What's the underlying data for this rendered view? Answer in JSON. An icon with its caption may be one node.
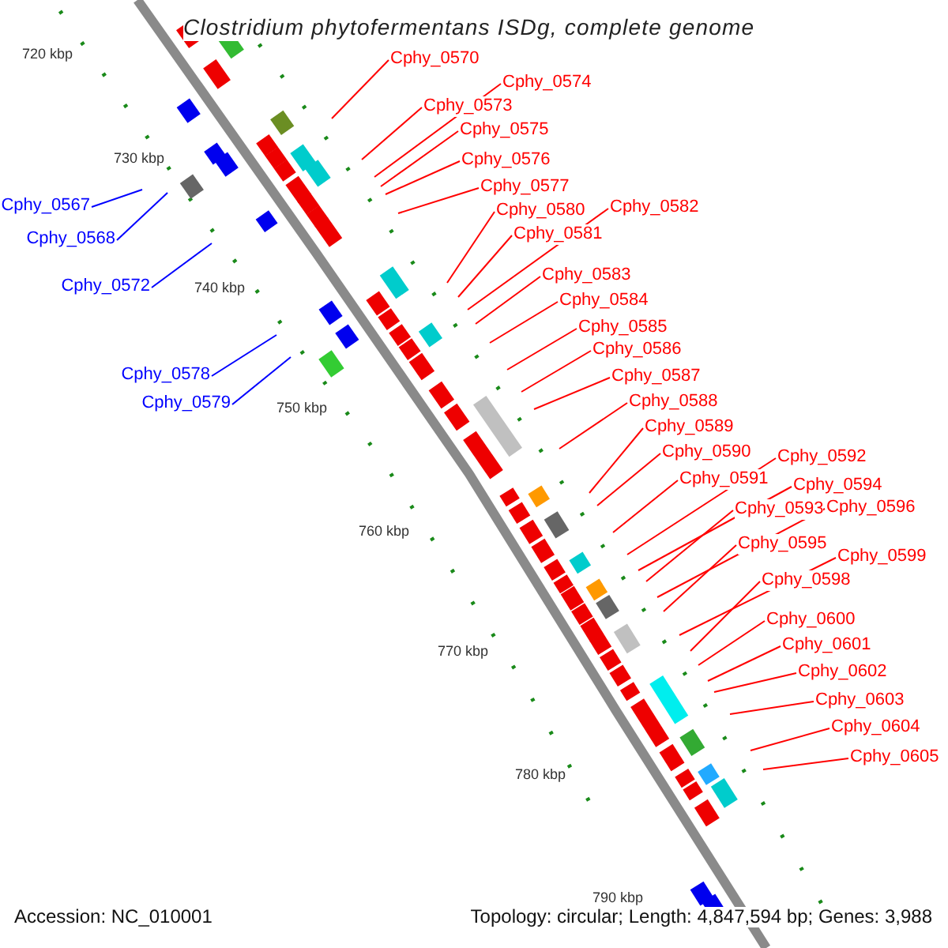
{
  "diagram": {
    "title": "Clostridium phytofermentans ISDg, complete genome",
    "nodes": [
      {
        "text": [
          "Cphy_0570"
        ]
      },
      {
        "text": [
          "Cphy_0574"
        ]
      },
      {
        "text": [
          "Cphy_0573"
        ]
      },
      {
        "text": [
          "Cphy_0575"
        ]
      },
      {
        "text": [
          "Cphy_0576"
        ]
      },
      {
        "text": [
          "Cphy_0577"
        ]
      },
      {
        "text": [
          "Cphy_0567"
        ]
      },
      {
        "text": [
          "Cphy_0582"
        ]
      },
      {
        "text": [
          "Cphy_0580"
        ]
      },
      {
        "text": [
          "Cphy_0581"
        ]
      },
      {
        "text": [
          "Cphy_0568"
        ]
      },
      {
        "text": [
          "Cphy_0583"
        ]
      },
      {
        "text": [
          "Cphy_0572"
        ]
      },
      {
        "text": [
          "Cphy_0584"
        ]
      },
      {
        "text": [
          "Cphy_0585"
        ]
      },
      {
        "text": [
          "Cphy_0586"
        ]
      },
      {
        "text": [
          "Cphy_0578"
        ]
      },
      {
        "text": [
          "Cphy_0587"
        ]
      },
      {
        "text": [
          "Cphy_0588"
        ]
      },
      {
        "text": [
          "Cphy_0579"
        ]
      },
      {
        "text": [
          "Cphy_0589"
        ]
      },
      {
        "text": [
          "Cphy_0590"
        ]
      },
      {
        "text": [
          "Cphy_0592"
        ]
      },
      {
        "text": [
          "Cphy_0591"
        ]
      },
      {
        "text": [
          "Cphy_0594"
        ]
      },
      {
        "text": [
          "Cphy_0596"
        ]
      },
      {
        "text": [
          "Cphy_0593"
        ]
      },
      {
        "text": [
          "Cphy_0595"
        ]
      },
      {
        "text": [
          "Cphy_0599"
        ]
      },
      {
        "text": [
          "Cphy_0598"
        ]
      },
      {
        "text": [
          "Cphy_0600"
        ]
      },
      {
        "text": [
          "Cphy_0601"
        ]
      },
      {
        "text": [
          "Cphy_0602"
        ]
      },
      {
        "text": [
          "Cphy_0603"
        ]
      },
      {
        "text": [
          "Cphy_0604"
        ]
      },
      {
        "text": [
          "Cphy_0605"
        ]
      }
    ],
    "edges": [
      {
        "from": 0,
        "to": null,
        "arrow": "none"
      },
      {
        "from": 1,
        "to": null,
        "arrow": "none"
      },
      {
        "from": 2,
        "to": null,
        "arrow": "none"
      },
      {
        "from": 3,
        "to": null,
        "arrow": "none"
      },
      {
        "from": 4,
        "to": null,
        "arrow": "none"
      },
      {
        "from": 5,
        "to": null,
        "arrow": "none"
      },
      {
        "from": 6,
        "to": null,
        "arrow": "none",
        "color": "#0000ff"
      },
      {
        "from": 7,
        "to": null,
        "arrow": "none"
      },
      {
        "from": 8,
        "to": null,
        "arrow": "none"
      },
      {
        "from": 9,
        "to": null,
        "arrow": "none"
      },
      {
        "from": 10,
        "to": null,
        "arrow": "none",
        "color": "#0000ff"
      },
      {
        "from": 11,
        "to": null,
        "arrow": "none"
      },
      {
        "from": 12,
        "to": null,
        "arrow": "none",
        "color": "#0000ff"
      },
      {
        "from": 13,
        "to": null,
        "arrow": "none"
      },
      {
        "from": 14,
        "to": null,
        "arrow": "none"
      },
      {
        "from": 15,
        "to": null,
        "arrow": "none"
      },
      {
        "from": 16,
        "to": null,
        "arrow": "none",
        "color": "#0000ff"
      },
      {
        "from": 17,
        "to": null,
        "arrow": "none"
      },
      {
        "from": 18,
        "to": null,
        "arrow": "none"
      },
      {
        "from": 19,
        "to": null,
        "arrow": "none",
        "color": "#0000ff"
      },
      {
        "from": 20,
        "to": null,
        "arrow": "none"
      },
      {
        "from": 21,
        "to": null,
        "arrow": "none"
      },
      {
        "from": 22,
        "to": null,
        "arrow": "none"
      },
      {
        "from": 23,
        "to": null,
        "arrow": "none"
      },
      {
        "from": 24,
        "to": null,
        "arrow": "none"
      },
      {
        "from": 25,
        "to": null,
        "arrow": "none"
      },
      {
        "from": 26,
        "to": null,
        "arrow": "none"
      },
      {
        "from": 27,
        "to": null,
        "arrow": "none"
      },
      {
        "from": 28,
        "to": null,
        "arrow": "none"
      },
      {
        "from": 29,
        "to": null,
        "arrow": "none"
      },
      {
        "from": 30,
        "to": null,
        "arrow": "none"
      },
      {
        "from": 31,
        "to": null,
        "arrow": "none"
      },
      {
        "from": 32,
        "to": null,
        "arrow": "none"
      },
      {
        "from": 33,
        "to": null,
        "arrow": "none"
      },
      {
        "from": 34,
        "to": null,
        "arrow": "none"
      },
      {
        "from": 35,
        "to": null,
        "arrow": "none"
      }
    ],
    "labels": [
      "720 kbp",
      "730 kbp",
      "740 kbp",
      "750 kbp",
      "760 kbp",
      "770 kbp",
      "780 kbp",
      "790 kbp",
      "Accession: NC_010001",
      "Topology: circular; Length: 4,847,594 bp; Genes: 3,988"
    ]
  }
}
